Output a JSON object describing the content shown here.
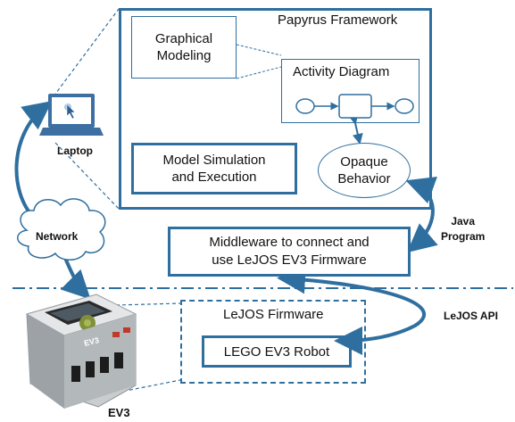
{
  "papyrus": {
    "title": "Papyrus Framework"
  },
  "graphical_modeling": {
    "line1": "Graphical",
    "line2": "Modeling"
  },
  "activity_diagram": {
    "title": "Activity Diagram"
  },
  "model_simulation": {
    "line1": "Model Simulation",
    "line2": "and Execution"
  },
  "opaque_behavior": {
    "line1": "Opaque",
    "line2": "Behavior"
  },
  "middleware": {
    "line1": "Middleware to connect and",
    "line2": "use LeJOS EV3 Firmware"
  },
  "java_program": {
    "line1": "Java",
    "line2": "Program"
  },
  "lejos_firmware": {
    "title": "LeJOS Firmware"
  },
  "lego_robot": {
    "label": "LEGO EV3 Robot"
  },
  "lejos_api": {
    "label": "LeJOS API"
  },
  "laptop": {
    "label": "Laptop"
  },
  "network": {
    "label": "Network"
  },
  "ev3": {
    "label": "EV3",
    "brick_text": "EV3"
  },
  "colors": {
    "accent": "#2f6f9f",
    "line": "#3a7bb0"
  }
}
